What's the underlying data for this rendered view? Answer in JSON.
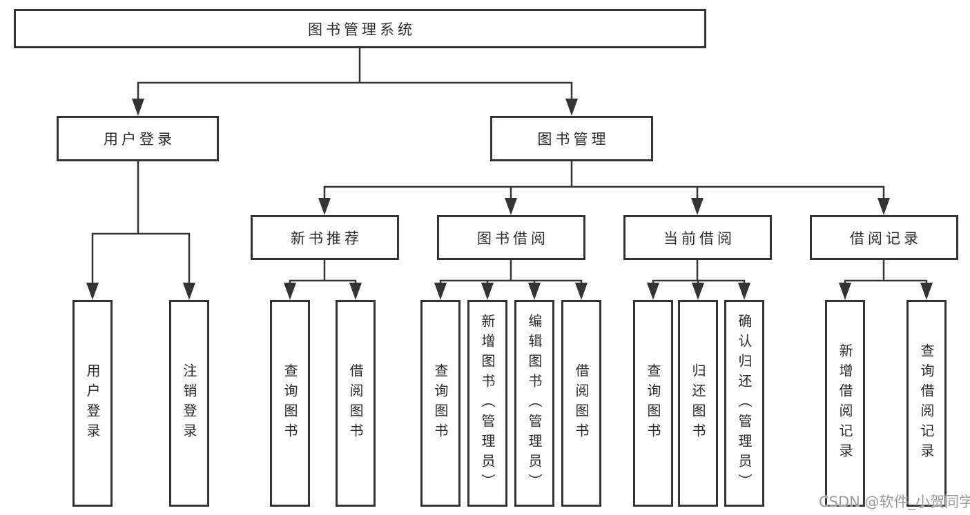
{
  "colors": {
    "line": "#333333",
    "text": "#2b2b2b",
    "watermark": "#9b9b9b",
    "background": "#ffffff"
  },
  "tree": {
    "label": "图书管理系统",
    "children": [
      {
        "label": "用户登录",
        "children": [
          {
            "label": "用户登录"
          },
          {
            "label": "注销登录"
          }
        ]
      },
      {
        "label": "图书管理",
        "children": [
          {
            "label": "新书推荐",
            "children": [
              {
                "label": "查询图书"
              },
              {
                "label": "借阅图书"
              }
            ]
          },
          {
            "label": "图书借阅",
            "children": [
              {
                "label": "查询图书"
              },
              {
                "label": "新增图书（管理员）"
              },
              {
                "label": "编辑图书（管理员）"
              },
              {
                "label": "借阅图书"
              }
            ]
          },
          {
            "label": "当前借阅",
            "children": [
              {
                "label": "查询图书"
              },
              {
                "label": "归还图书"
              },
              {
                "label": "确认归还（管理员）"
              }
            ]
          },
          {
            "label": "借阅记录",
            "children": [
              {
                "label": "新增借阅记录"
              },
              {
                "label": "查询借阅记录"
              }
            ]
          }
        ]
      }
    ]
  },
  "watermark": {
    "text": "CSDN @软件_小贺同学"
  }
}
